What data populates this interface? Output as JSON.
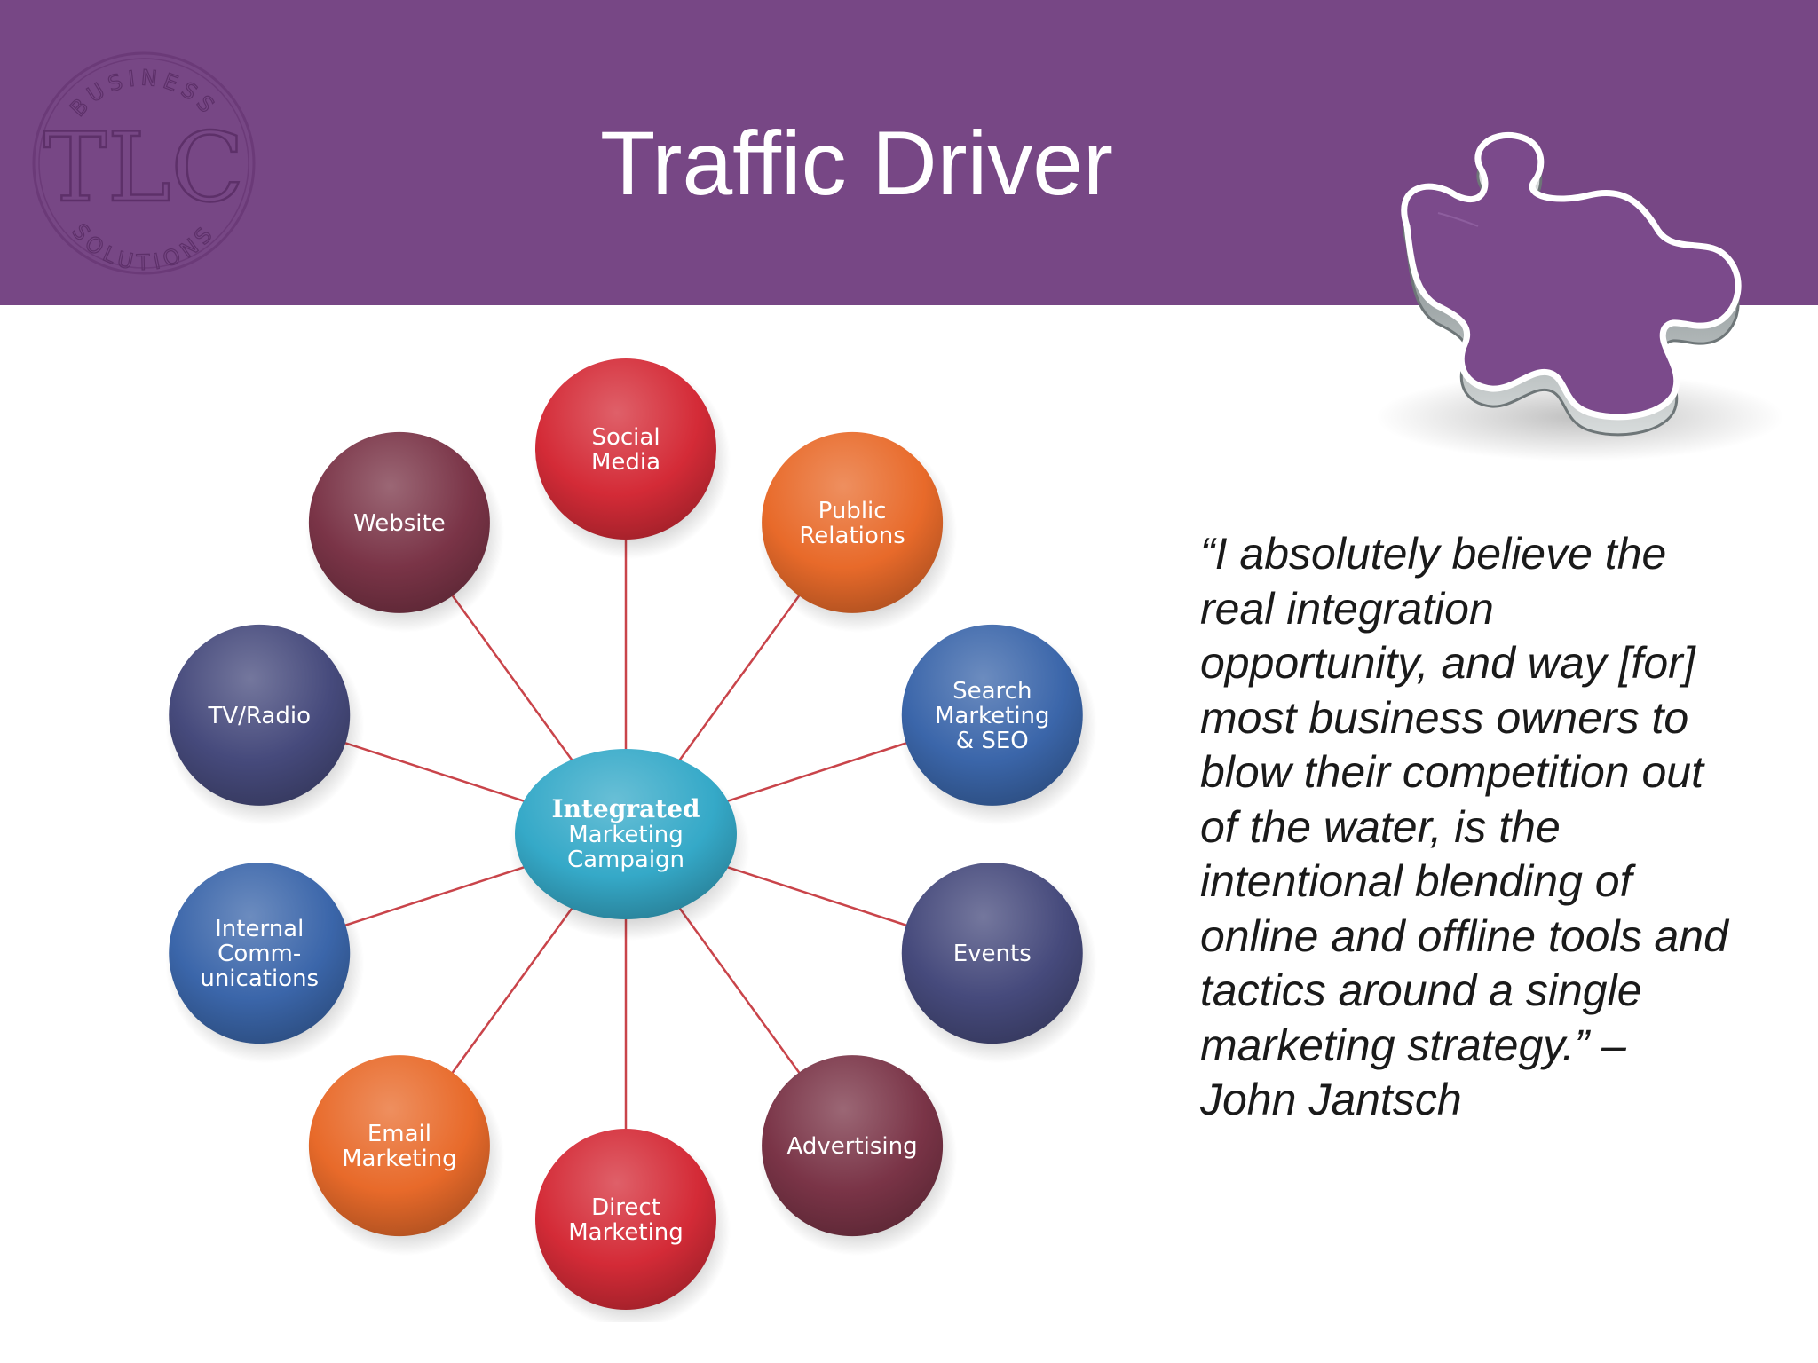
{
  "slide": {
    "title": "Traffic Driver",
    "colors": {
      "banner": "#774785",
      "spoke": "#c9444a"
    }
  },
  "logo": {
    "icon": "tlc-business-solutions-seal-icon",
    "top_text": "BUSINESS",
    "letters": "TLC",
    "bottom_text": "SOLUTIONS"
  },
  "puzzle": {
    "icon": "puzzle-piece-icon"
  },
  "hub": {
    "lines": [
      "Integrated",
      "Marketing",
      "Campaign"
    ],
    "color": "#35a9c8"
  },
  "nodes": [
    {
      "id": "social-media",
      "lines": [
        "Social",
        "Media"
      ],
      "color": "#d42b37"
    },
    {
      "id": "public-relations",
      "lines": [
        "Public",
        "Relations"
      ],
      "color": "#e86a2a"
    },
    {
      "id": "search-marketing-seo",
      "lines": [
        "Search",
        "Marketing",
        "& SEO"
      ],
      "color": "#3b66aa"
    },
    {
      "id": "events",
      "lines": [
        "Events"
      ],
      "color": "#464a7c"
    },
    {
      "id": "advertising",
      "lines": [
        "Advertising"
      ],
      "color": "#7a3447"
    },
    {
      "id": "direct-marketing",
      "lines": [
        "Direct",
        "Marketing"
      ],
      "color": "#d42b37"
    },
    {
      "id": "email-marketing",
      "lines": [
        "Email",
        "Marketing"
      ],
      "color": "#e86a2a"
    },
    {
      "id": "internal-communications",
      "lines": [
        "Internal",
        "Comm-",
        "unications"
      ],
      "color": "#3b66aa"
    },
    {
      "id": "tv-radio",
      "lines": [
        "TV/Radio"
      ],
      "color": "#464a7c"
    },
    {
      "id": "website",
      "lines": [
        "Website"
      ],
      "color": "#7a3447"
    }
  ],
  "quote": {
    "lines": [
      " “I absolutely believe the",
      "real integration",
      "opportunity, and way [for]",
      "most business owners to",
      "blow their competition out",
      "of the water, is the",
      "intentional blending of",
      "online and offline tools and",
      "tactics around a single",
      "marketing strategy.” –",
      "John Jantsch"
    ]
  }
}
